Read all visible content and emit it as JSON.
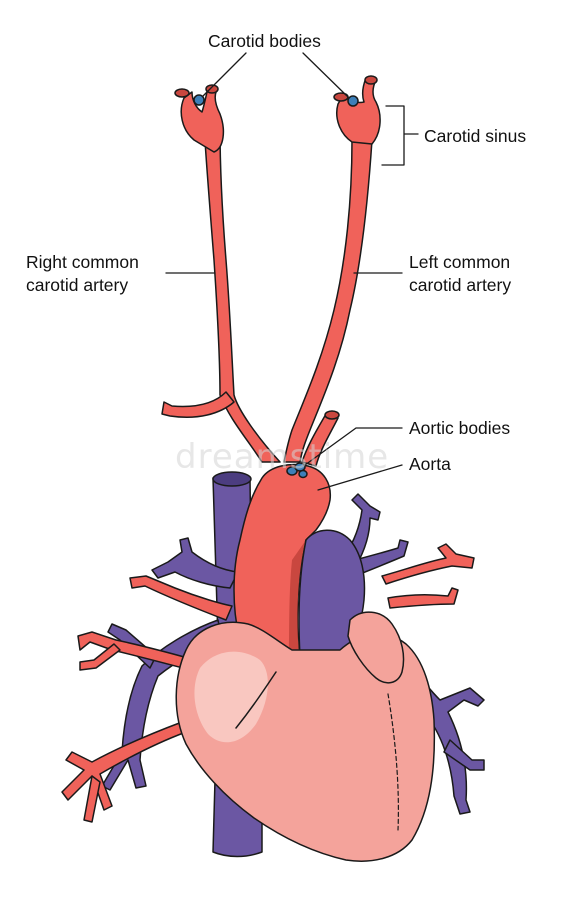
{
  "labels": {
    "carotid_bodies": "Carotid bodies",
    "carotid_sinus": "Carotid sinus",
    "right_common_carotid": [
      "Right common",
      "carotid artery"
    ],
    "left_common_carotid": [
      "Left common",
      "carotid artery"
    ],
    "aortic_bodies": "Aortic bodies",
    "aorta": "Aorta"
  },
  "watermark": "dreamstime",
  "colors": {
    "artery": "#f0625a",
    "artery_shade": "#c9473f",
    "vein": "#6b57a3",
    "vein_shade": "#4c3d80",
    "heart": "#f4a39b",
    "heart_light": "#f9c7c0",
    "heart_shade": "#e58a82",
    "chemoreceptor": "#3d7fb8",
    "outline": "#1a1a1a"
  }
}
